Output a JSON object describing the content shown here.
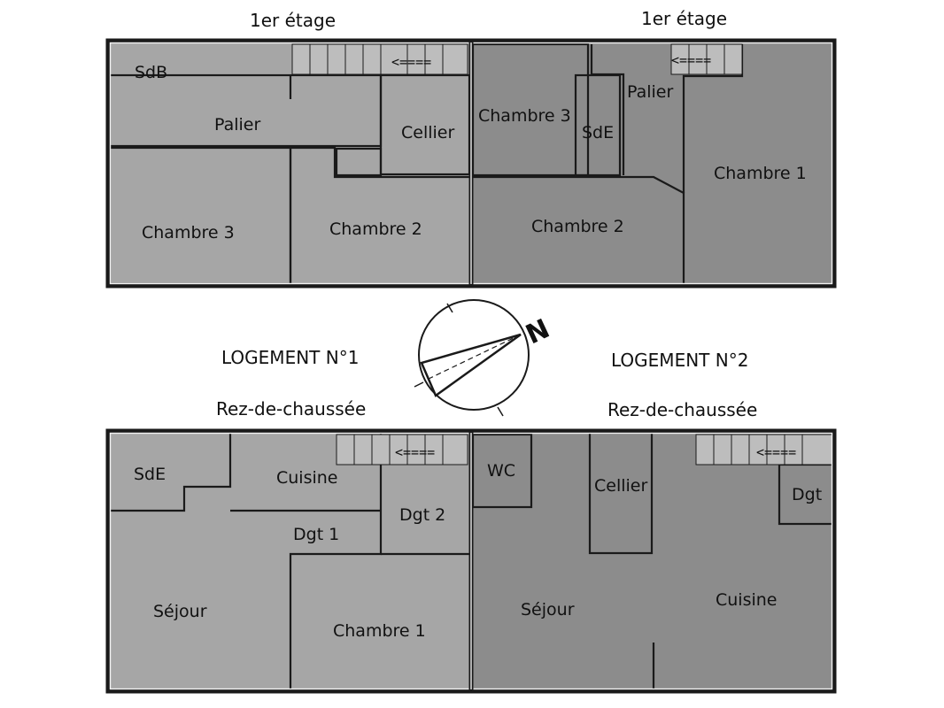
{
  "headers": {
    "upper_left": "1er étage",
    "upper_right": "1er étage",
    "logement1": "LOGEMENT N°1",
    "logement2": "LOGEMENT N°2",
    "lower_left": "Rez-de-chaussée",
    "lower_right": "Rez-de-chaussée"
  },
  "compass": {
    "north_label": "N",
    "icon": "north-arrow-icon"
  },
  "stair_arrow": "<====",
  "rooms": {
    "upper_left": {
      "sdb": "SdB",
      "palier": "Palier",
      "cellier": "Cellier",
      "chambre3": "Chambre 3",
      "chambre2": "Chambre 2"
    },
    "upper_right": {
      "chambre3": "Chambre 3",
      "sde": "SdE",
      "palier": "Palier",
      "chambre1": "Chambre 1",
      "chambre2": "Chambre 2"
    },
    "lower_left": {
      "sde": "SdE",
      "cuisine": "Cuisine",
      "dgt1": "Dgt 1",
      "dgt2": "Dgt 2",
      "sejour": "Séjour",
      "chambre1": "Chambre 1"
    },
    "lower_right": {
      "wc": "WC",
      "cellier": "Cellier",
      "dgt": "Dgt",
      "sejour": "Séjour",
      "cuisine": "Cuisine"
    }
  },
  "colors": {
    "floor_left": "#a6a6a6",
    "floor_right": "#8c8c8c",
    "wall": "#1a1a1a"
  }
}
